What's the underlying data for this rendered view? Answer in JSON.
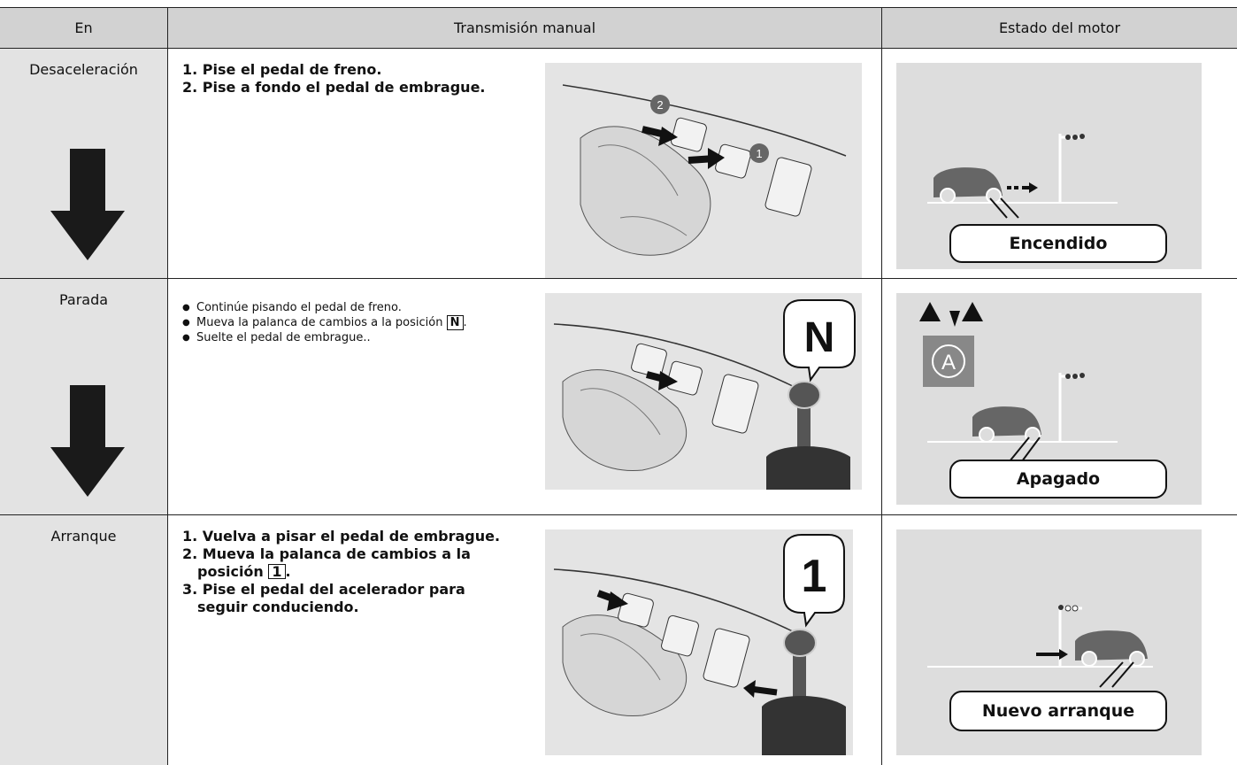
{
  "header": {
    "col1": "En",
    "col2": "Transmisión manual",
    "col3": "Estado del motor"
  },
  "rows": [
    {
      "stage": "Desaceleración",
      "steps": [
        "1. Pise el pedal de freno.",
        "2. Pise a fondo el pedal de embrague."
      ],
      "illustration": {
        "badges": [
          "2",
          "1"
        ]
      },
      "engine_state": "Encendido"
    },
    {
      "stage": "Parada",
      "bullets": [
        "Continúe pisando el pedal de freno.",
        "Mueva la palanca de cambios a la posición",
        "Suelte el pedal de embrague.."
      ],
      "position_label": "N",
      "bullet_suffix": ".",
      "illustration": {
        "gear_label": "N"
      },
      "engine_state": "Apagado",
      "auto_stop_icon": "A"
    },
    {
      "stage": "Arranque",
      "steps": [
        "1. Vuelva a pisar el pedal de embrague.",
        "2. Mueva la palanca de cambios a la",
        "posición",
        "3. Pise el pedal del acelerador para",
        "seguir conduciendo."
      ],
      "position_label": "1",
      "step_suffix": ".",
      "illustration": {
        "gear_label": "1"
      },
      "engine_state": "Nuevo arranque"
    }
  ],
  "icons": {
    "stage_arrow": "down-arrow-icon",
    "car": "car-icon",
    "traffic_light": "traffic-light-icon"
  }
}
